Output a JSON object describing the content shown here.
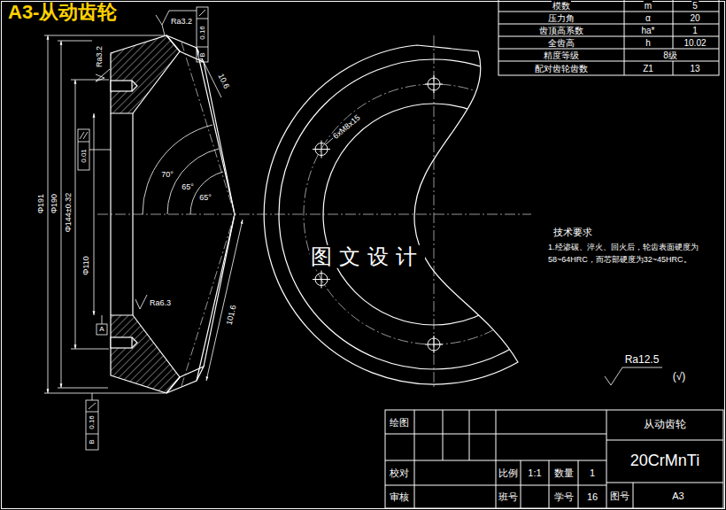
{
  "diagram": {
    "title": "A3-从动齿轮",
    "labels": [
      "模数",
      "m",
      "5",
      "压力角",
      "α",
      "20",
      "齿顶高系数",
      "ha*",
      "1",
      "全齿高",
      "h",
      "10.02",
      "精度等级",
      "8级",
      "配对齿轮齿数",
      "Z1",
      "13",
      "Ra3.2",
      "Ra3.2",
      "Ra6.3",
      "Φ191",
      "Φ190",
      "Φ144±0.32",
      "Φ110",
      "70°",
      "65°",
      "65°",
      "10.6",
      "101.6",
      "0.16",
      "B",
      "0.01",
      "A",
      "0.16",
      "B",
      "6xM8x15",
      "技术要求",
      "1.经渗碳、淬火、回火后，轮齿表面硬度为58~64HRC，而芯部硬度为32~45HRC。",
      "Ra12.5",
      "(√)",
      "图文设计",
      "绘图",
      "校对",
      "审核",
      "比例",
      "1:1",
      "数量",
      "1",
      "班号",
      "学号",
      "16",
      "从动齿轮",
      "20CrMnTi",
      "图号",
      "A3"
    ]
  }
}
